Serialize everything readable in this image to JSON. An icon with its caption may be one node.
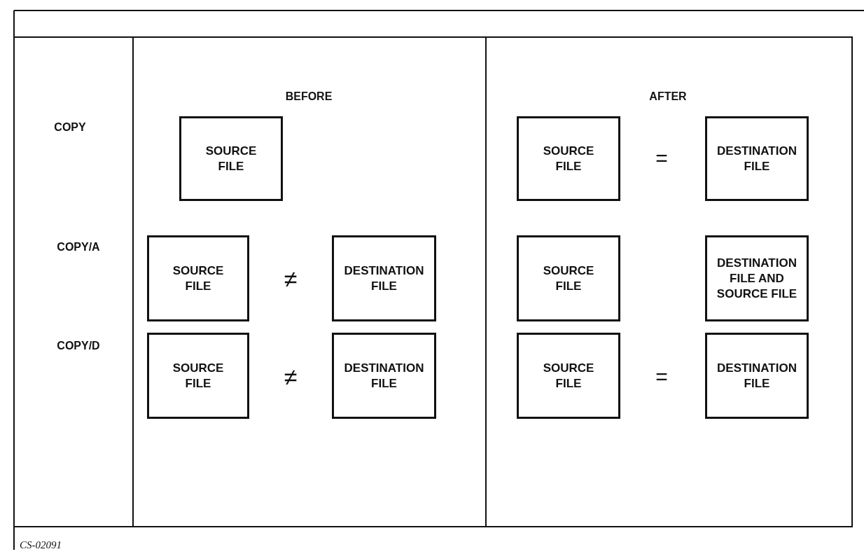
{
  "diagram": {
    "nodes": [
      {
        "text": [
          "SOURCE FILE"
        ]
      },
      {
        "text": [
          "SOURCE FILE"
        ]
      },
      {
        "text": [
          "DESTINATION FILE"
        ]
      },
      {
        "text": [
          "SOURCE FILE"
        ]
      },
      {
        "text": [
          "DESTINATION FILE"
        ]
      },
      {
        "text": [
          "SOURCE FILE"
        ]
      },
      {
        "text": [
          "DESTINATION FILE AND SOURCE FILE"
        ]
      },
      {
        "text": [
          "SOURCE FILE"
        ]
      },
      {
        "text": [
          "DESTINATION FILE"
        ]
      },
      {
        "text": [
          "SOURCE FILE"
        ]
      },
      {
        "text": [
          "DESTINATION FILE"
        ]
      }
    ],
    "edges": [],
    "labels": [
      "BEFORE",
      "AFTER",
      "COPY",
      "=",
      "COPY/A",
      "≠",
      "COPY/D",
      "≠",
      "=",
      "CS-02091"
    ]
  }
}
